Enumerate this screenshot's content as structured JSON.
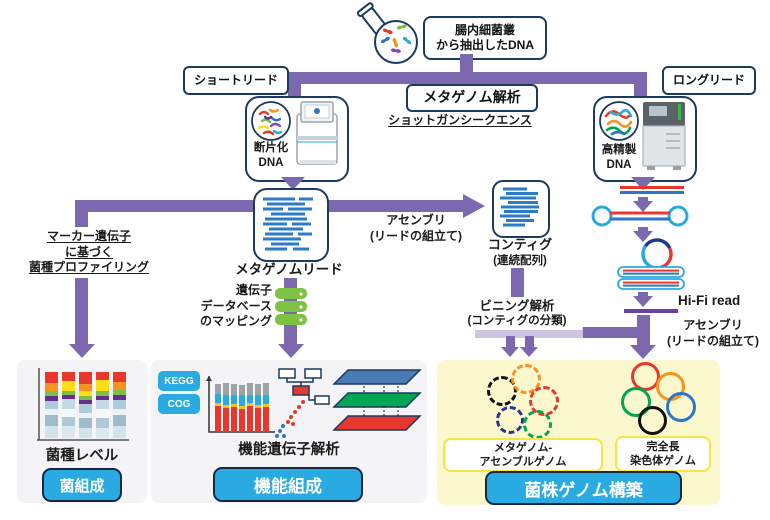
{
  "header": {
    "sample_label": [
      "腸内細菌叢",
      "から抽出したDNA"
    ],
    "title": "メタゲノム解析",
    "subtitle": "ショットガンシークエンス",
    "short_read": "ショートリード",
    "long_read": "ロングリード"
  },
  "nodes": {
    "fragmented_dna": [
      "断片化",
      "DNA"
    ],
    "purified_dna": [
      "高精製",
      "DNA"
    ],
    "metagenome_reads": "メタゲノムリード",
    "contig": [
      "コンティグ",
      "(連続配列)"
    ],
    "hifi_read": "Hi-Fi read"
  },
  "process_labels": {
    "marker_profiling": [
      "マーカー遺伝子",
      "に基づく",
      "菌種プロファイリング"
    ],
    "assembly_reads": [
      "アセンブリ",
      "(リードの組立て)"
    ],
    "gene_db_mapping": [
      "遺伝子",
      "データベース",
      "のマッピング"
    ],
    "binning": [
      "ビニング解析",
      "(コンティグの分類)"
    ],
    "assembly_hifi": [
      "アセンブリ",
      "(リードの組立て)"
    ]
  },
  "panels": {
    "species": {
      "chart_label": "菌種レベル",
      "button": "菌組成"
    },
    "function": {
      "badges": [
        "KEGG",
        "COG"
      ],
      "label": "機能遺伝子解析",
      "button": "機能組成"
    },
    "strain": {
      "mag_label": [
        "メタゲノム-",
        "アセンブルゲノム"
      ],
      "chromosome_label": [
        "完全長",
        "染色体ゲノム"
      ],
      "button": "菌株ゲノム構築"
    }
  },
  "colors": {
    "purple": "#7C68AE",
    "light_purple": "#CDC5E2",
    "navy": "#1B3A5F",
    "accent_blue": "#29ABE2",
    "panel_gray": "#F4F4F6",
    "panel_yellow": "#FBF8CE",
    "read_blue": "#2B7BC7",
    "db_green": "#7DC242",
    "hifi_line": "#6B3FA0",
    "label_border_yellow": "#F5E642"
  }
}
